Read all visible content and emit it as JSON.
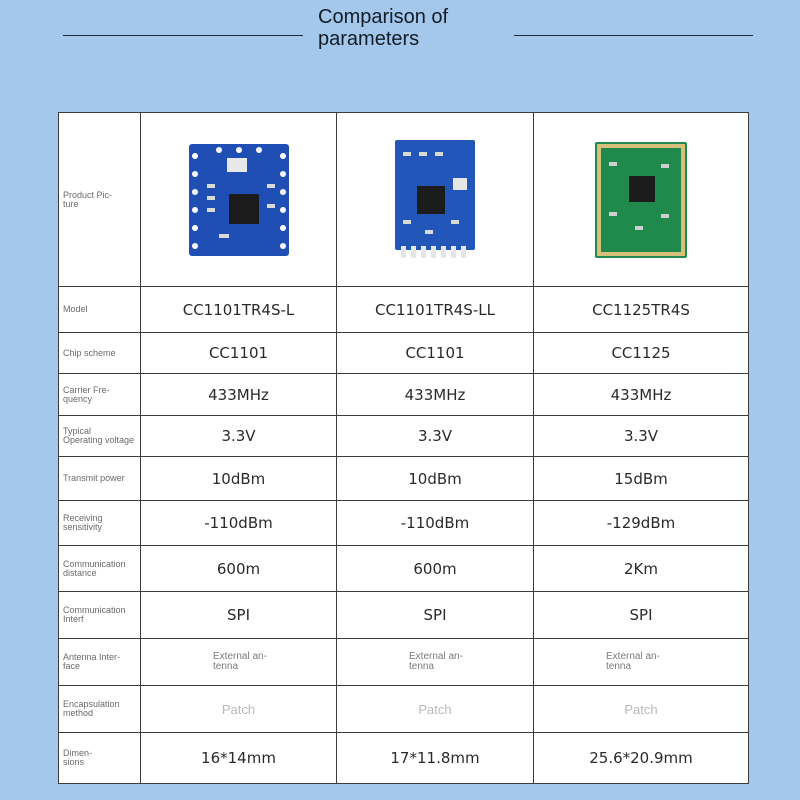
{
  "header": {
    "title": "Comparison of parameters"
  },
  "table": {
    "picture_label": "Product Pic-\nture",
    "rows": [
      {
        "label": "Model",
        "values": [
          "CC1101TR4S-L",
          "CC1101TR4S-LL",
          "CC1125TR4S"
        ]
      },
      {
        "label": "Chip scheme",
        "values": [
          "CC1101",
          "CC1101",
          "CC1125"
        ]
      },
      {
        "label": "Carrier Fre-\nquency",
        "values": [
          "433MHz",
          "433MHz",
          "433MHz"
        ]
      },
      {
        "label": "Typical\nOperating voltage",
        "values": [
          "3.3V",
          "3.3V",
          "3.3V"
        ]
      },
      {
        "label": "Transmit power",
        "values": [
          "10dBm",
          "10dBm",
          "15dBm"
        ]
      },
      {
        "label": "Receiving sensitivity",
        "values": [
          "-110dBm",
          "-110dBm",
          "-129dBm"
        ]
      },
      {
        "label": "Communication\ndistance",
        "values": [
          "600m",
          "600m",
          "2Km"
        ]
      },
      {
        "label": "Communication Interf",
        "values": [
          "SPI",
          "SPI",
          "SPI"
        ]
      },
      {
        "label": "Antenna Inter-\nface",
        "values": [
          "External an-\ntenna",
          "External an-\ntenna",
          "External an-\ntenna"
        ]
      },
      {
        "label": "Encapsulation method",
        "values": [
          "Patch",
          "Patch",
          "Patch"
        ]
      },
      {
        "label": "Dimen-\nsions",
        "values": [
          "16*14mm",
          "17*11.8mm",
          "25.6*20.9mm"
        ]
      }
    ]
  },
  "colors": {
    "background": "#a3c8ec",
    "pcb_blue": "#1f4fb5",
    "pcb_green": "#1f8a4c"
  }
}
